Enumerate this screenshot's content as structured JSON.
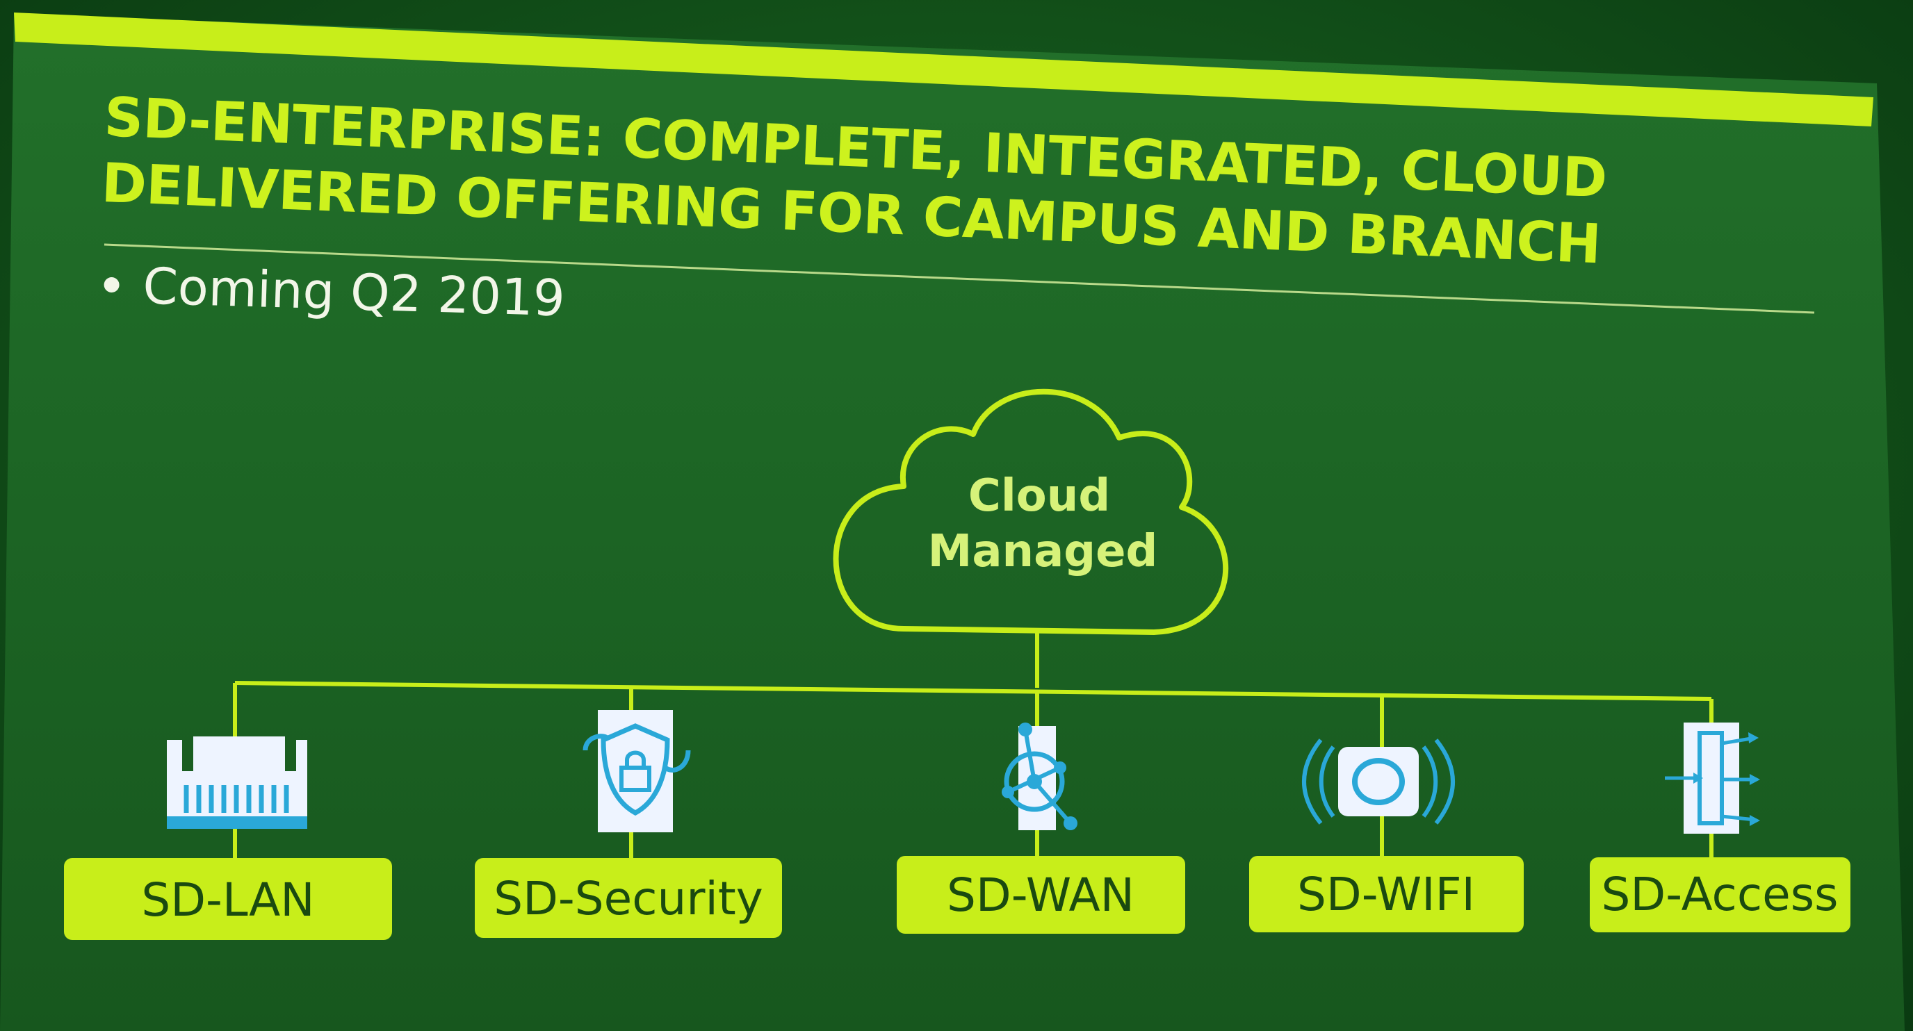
{
  "slide": {
    "title_line1": "SD-ENTERPRISE: COMPLETE, INTEGRATED, CLOUD",
    "title_line2": "DELIVERED OFFERING FOR CAMPUS AND BRANCH",
    "bullet": "Coming Q2 2019",
    "cloud_line1": "Cloud",
    "cloud_line2": "Managed",
    "products": [
      {
        "label": "SD-LAN",
        "icon": "switch-icon"
      },
      {
        "label": "SD-Security",
        "icon": "shield-lock-icon"
      },
      {
        "label": "SD-WAN",
        "icon": "network-node-icon"
      },
      {
        "label": "SD-WIFI",
        "icon": "access-point-icon"
      },
      {
        "label": "SD-Access",
        "icon": "access-switch-icon"
      }
    ]
  },
  "colors": {
    "background": "#1a5e22",
    "accent": "#c8ee1a",
    "title": "#cdf21e",
    "bullet_text": "#f2f6e8",
    "box_text": "#1a4a10",
    "icon_blue": "#2aa8d8"
  }
}
